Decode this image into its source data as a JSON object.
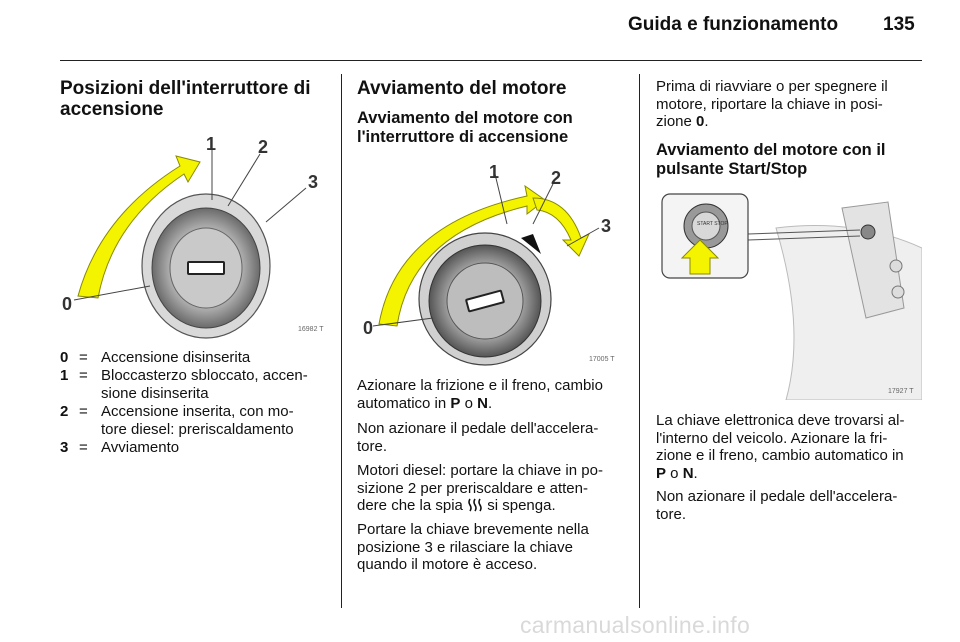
{
  "header": {
    "title": "Guida e funzionamento",
    "page_number": "135"
  },
  "col1": {
    "heading": "Posizioni dell'interruttore di accensione",
    "heading_l1": "Posizioni dell'interruttore di",
    "heading_l2": "accensione",
    "figure": {
      "code": "16982 T",
      "labels": [
        "0",
        "1",
        "2",
        "3"
      ]
    },
    "legend": [
      {
        "key": "0",
        "eq": "=",
        "lines": [
          "Accensione disinserita"
        ]
      },
      {
        "key": "1",
        "eq": "=",
        "lines": [
          "Bloccasterzo sbloccato, accen-",
          "sione disinserita"
        ]
      },
      {
        "key": "2",
        "eq": "=",
        "lines": [
          "Accensione inserita, con mo-",
          "tore diesel: preriscaldamento"
        ]
      },
      {
        "key": "3",
        "eq": "=",
        "lines": [
          "Avviamento"
        ]
      }
    ]
  },
  "col2": {
    "heading": "Avviamento del motore",
    "subheading_l1": "Avviamento del motore con",
    "subheading_l2": "l'interruttore di accensione",
    "figure": {
      "code": "17005 T",
      "labels": [
        "0",
        "1",
        "2",
        "3"
      ]
    },
    "p1_l1": "Azionare la frizione e il freno, cambio",
    "p1_l2a": "automatico in ",
    "p1_P": "P",
    "p1_o": " o ",
    "p1_N": "N",
    "p1_end": ".",
    "p2_l1": "Non azionare il pedale dell'accelera-",
    "p2_l2": "tore.",
    "p3_l1": "Motori diesel: portare la chiave in po-",
    "p3_l2": "sizione 2 per preriscaldare e atten-",
    "p3_l3a": "dere che la spia ",
    "p3_l3b": " si spenga.",
    "p4_l1": "Portare la chiave brevemente nella",
    "p4_l2": "posizione 3 e rilasciare la chiave",
    "p4_l3": "quando il motore è acceso."
  },
  "col3": {
    "p0_l1": "Prima di riavviare o per spegnere il",
    "p0_l2": "motore, riportare la chiave in posi-",
    "p0_l3a": "zione ",
    "p0_zero": "0",
    "p0_end": ".",
    "heading_l1": "Avviamento del motore con il",
    "heading_l2": "pulsante Start/Stop",
    "figure": {
      "code": "17927 T",
      "button_text": "START STOP"
    },
    "p1_l1": "La chiave elettronica deve trovarsi al-",
    "p1_l2": "l'interno del veicolo. Azionare la fri-",
    "p1_l3": "zione e il freno, cambio automatico in",
    "p1_P": "P",
    "p1_o": " o ",
    "p1_N": "N",
    "p1_end": ".",
    "p2_l1": "Non azionare il pedale dell'accelera-",
    "p2_l2": "tore."
  },
  "watermark": "carmanualsonline.info"
}
